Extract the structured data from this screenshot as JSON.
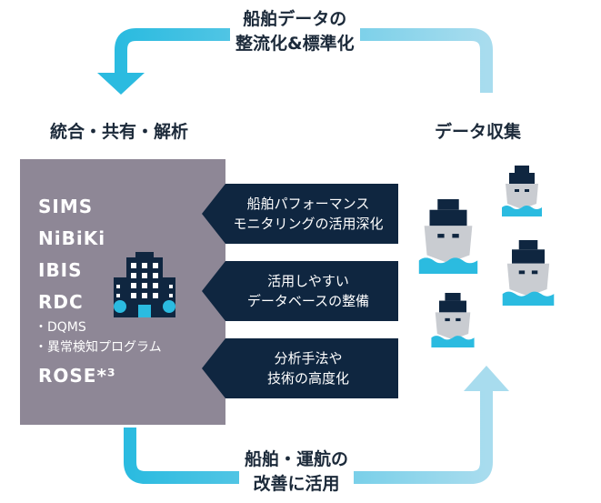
{
  "loop": {
    "top_label": [
      "船舶データの",
      "整流化&標準化"
    ],
    "bottom_label": [
      "船舶・運航の",
      "改善に活用"
    ]
  },
  "left_title": "統合・共有・解析",
  "right_title": "データ収集",
  "systems": {
    "items": [
      "SIMS",
      "NiBiKi",
      "IBIS",
      "RDC"
    ],
    "sub_items": [
      "・DQMS",
      "・異常検知プログラム"
    ],
    "last_item": "ROSE*³"
  },
  "banners": [
    [
      "船舶パフォーマンス",
      "モニタリングの活用深化"
    ],
    [
      "活用しやすい",
      "データベースの整備"
    ],
    [
      "分析手法や",
      "技術の高度化"
    ]
  ],
  "colors": {
    "cyan": "#2bbbe0",
    "light_blue": "#a8dcee",
    "panel": "#8e8796",
    "banner": "#0f2640"
  },
  "icons": [
    "building-icon",
    "ship-icon"
  ]
}
